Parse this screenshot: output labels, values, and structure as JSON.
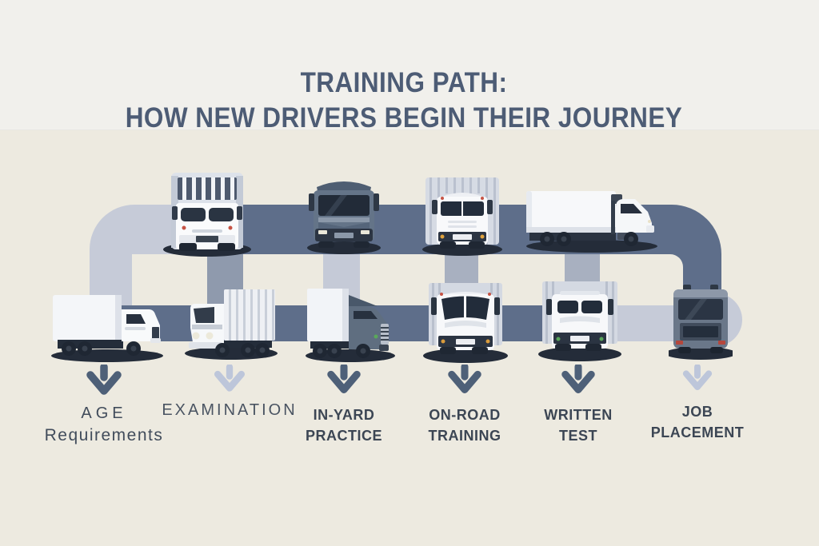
{
  "title": {
    "line1": "TRAINING PATH:",
    "line2": "HOW NEW DRIVERS BEGIN THEIR JOURNEY"
  },
  "steps": [
    {
      "line1": "AGE",
      "line2": "Requirements",
      "arrow_color": "#4e6078"
    },
    {
      "line1": "EXAMINATION",
      "line2": "",
      "arrow_color": "#bdc6da"
    },
    {
      "line1": "IN-YARD",
      "line2": "PRACTICE",
      "arrow_color": "#4e6078"
    },
    {
      "line1": "ON-ROAD",
      "line2": "TRAINING",
      "arrow_color": "#4e6078"
    },
    {
      "line1": "WRITTEN",
      "line2": "TEST",
      "arrow_color": "#4e6078"
    },
    {
      "line1": "JOB",
      "line2": "PLACEMENT",
      "arrow_color": "#bdc6da"
    }
  ],
  "icons": {
    "step_arrow": "down-chevron-arrow",
    "trucks_top_row": [
      "box-truck-front",
      "semi-cab-front-dark",
      "trailer-truck-front",
      "semi-truck-side"
    ],
    "trucks_bottom_row": [
      "box-truck-side",
      "box-truck-side-facing-left",
      "semi-truck-side-dark-cab",
      "trailer-truck-front",
      "trailer-truck-front",
      "delivery-truck-dark"
    ]
  },
  "colors": {
    "background": "#edeae0",
    "background_top": "#f1f0ec",
    "road_dark": "#5e6e8a",
    "road_light": "#c6cbd8",
    "road_connector": "#a8b0c0",
    "title_text": "#4d5c75",
    "label_text": "#3c4654",
    "arrow_dark": "#4e6078",
    "arrow_light": "#bdc6da",
    "truck_shadow": "#242c39"
  }
}
